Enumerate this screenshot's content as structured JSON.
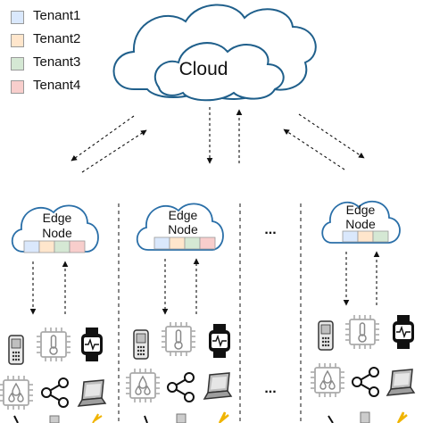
{
  "cloud": {
    "label": "Cloud"
  },
  "legend": {
    "items": [
      {
        "label": "Tenant1",
        "color": "#dae8fc"
      },
      {
        "label": "Tenant2",
        "color": "#ffe6cc"
      },
      {
        "label": "Tenant3",
        "color": "#d5e8d4"
      },
      {
        "label": "Tenant4",
        "color": "#f8cecc"
      }
    ]
  },
  "edge_nodes": [
    {
      "label_line1": "Edge",
      "label_line2": "Node"
    },
    {
      "label_line1": "Edge",
      "label_line2": "Node"
    },
    {
      "label_line1": "Edge",
      "label_line2": "Node"
    }
  ],
  "ellipsis": "...",
  "colors": {
    "cloud_stroke": "#1f5f8b",
    "edge_stroke": "#2a6fa8",
    "tenant_strip": [
      "#dae8fc",
      "#ffe6cc",
      "#d5e8d4",
      "#f8cecc"
    ]
  },
  "device_icons": [
    "phone-icon",
    "thermometer-chip-icon",
    "smartwatch-icon",
    "humidity-chip-icon",
    "share-network-icon",
    "laptop-icon"
  ]
}
